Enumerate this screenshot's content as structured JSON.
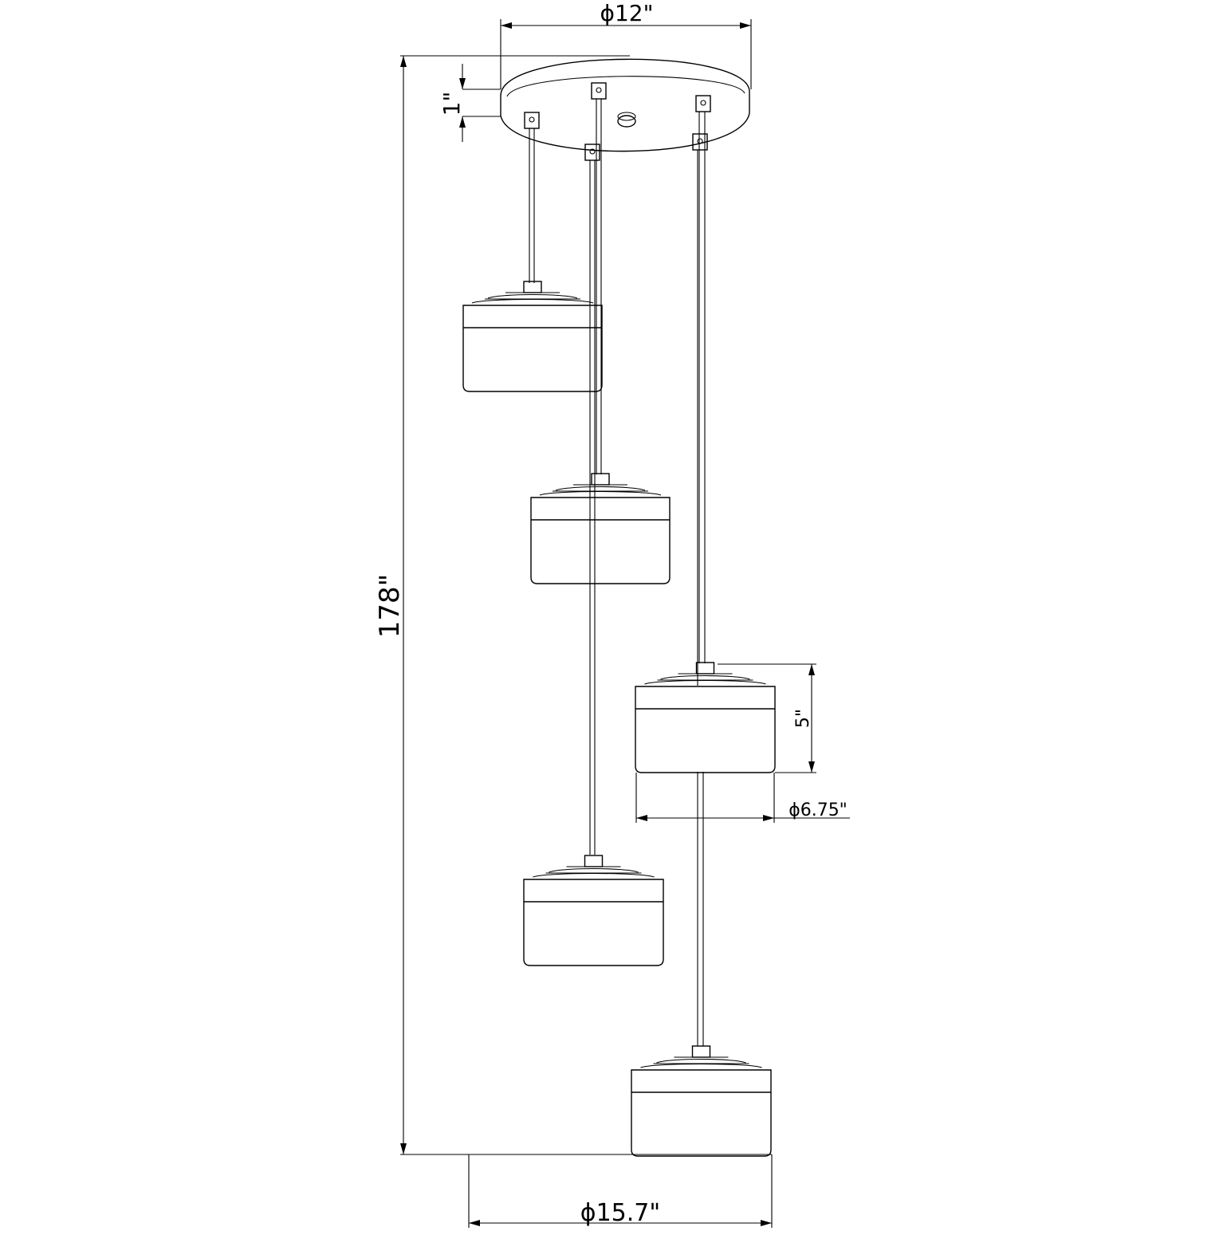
{
  "diagram": {
    "type": "pendant-light-dimension-drawing",
    "pendant_count": 5,
    "dimensions": {
      "canopy_diameter": "ϕ12\"",
      "canopy_height": "1\"",
      "overall_height": "178\"",
      "shade_height": "5\"",
      "shade_diameter": "ϕ6.75\"",
      "overall_diameter": "ϕ15.7\""
    }
  }
}
